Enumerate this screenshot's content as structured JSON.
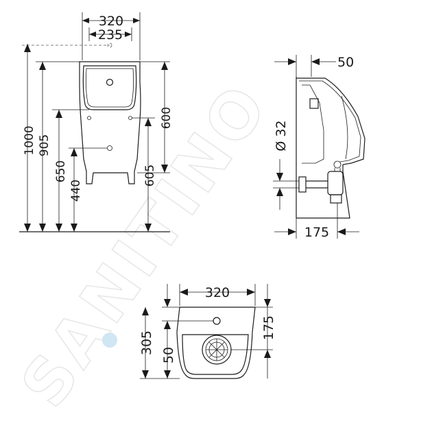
{
  "watermark": "SANITINO",
  "front_view": {
    "width_outer": "320",
    "width_inner": "235",
    "height_total": "1000",
    "height_top": "905",
    "bowl_height": "600",
    "inlet_height": "650",
    "outlet_height": "440",
    "body_height": "605"
  },
  "side_view": {
    "wall_offset": "50",
    "pipe_diameter": "Ø 32",
    "depth": "175"
  },
  "top_view": {
    "width": "320",
    "depth": "305",
    "drain_offset": "50",
    "inlet_offset": "175"
  }
}
